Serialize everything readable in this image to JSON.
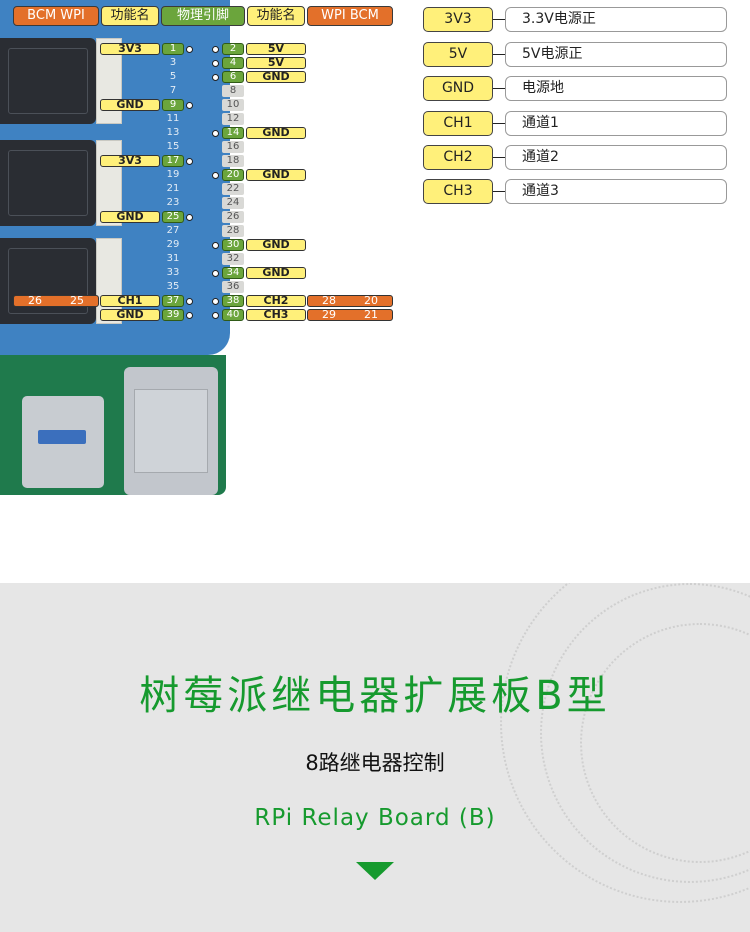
{
  "header": {
    "left": "BCM  WPI",
    "func_left": "功能名",
    "physical": "物理引脚",
    "func_right": "功能名",
    "right": "WPI  BCM"
  },
  "pins": {
    "p1": "1",
    "p2": "2",
    "p3": "3",
    "p4": "4",
    "p5": "5",
    "p6": "6",
    "p7": "7",
    "p8": "8",
    "p9": "9",
    "p10": "10",
    "p11": "11",
    "p12": "12",
    "p13": "13",
    "p14": "14",
    "p15": "15",
    "p16": "16",
    "p17": "17",
    "p18": "18",
    "p19": "19",
    "p20": "20",
    "p21": "21",
    "p22": "22",
    "p23": "23",
    "p24": "24",
    "p25": "25",
    "p26": "26",
    "p27": "27",
    "p28": "28",
    "p29": "29",
    "p30": "30",
    "p31": "31",
    "p32": "32",
    "p33": "33",
    "p34": "34",
    "p35": "35",
    "p36": "36",
    "p37": "37",
    "p38": "38",
    "p39": "39",
    "p40": "40"
  },
  "funcs": {
    "f1": "3V3",
    "f2": "5V",
    "f4": "5V",
    "f6": "GND",
    "f9": "GND",
    "f14": "GND",
    "f17": "3V3",
    "f20": "GND",
    "f25": "GND",
    "f30": "GND",
    "f34": "GND",
    "f37": "CH1",
    "f38": "CH2",
    "f39": "GND",
    "f40": "CH3"
  },
  "gpio": {
    "ch1_bcm": "26",
    "ch1_wpi": "25",
    "ch2_wpi": "28",
    "ch2_bcm": "20",
    "ch3_wpi": "29",
    "ch3_bcm": "21"
  },
  "legend": [
    {
      "code": "3V3",
      "desc": "3.3V电源正"
    },
    {
      "code": "5V",
      "desc": "5V电源正"
    },
    {
      "code": "GND",
      "desc": "电源地"
    },
    {
      "code": "CH1",
      "desc": "通道1"
    },
    {
      "code": "CH2",
      "desc": "通道2"
    },
    {
      "code": "CH3",
      "desc": "通道3"
    }
  ],
  "title": "树莓派继电器扩展板B型",
  "subtitle": "8路继电器控制",
  "english_title": "RPi Relay Board (B)",
  "colors": {
    "accent_green": "#169a2e",
    "label_yellow": "#fff07a",
    "label_orange": "#e3702a",
    "pin_green": "#6ba53c"
  }
}
